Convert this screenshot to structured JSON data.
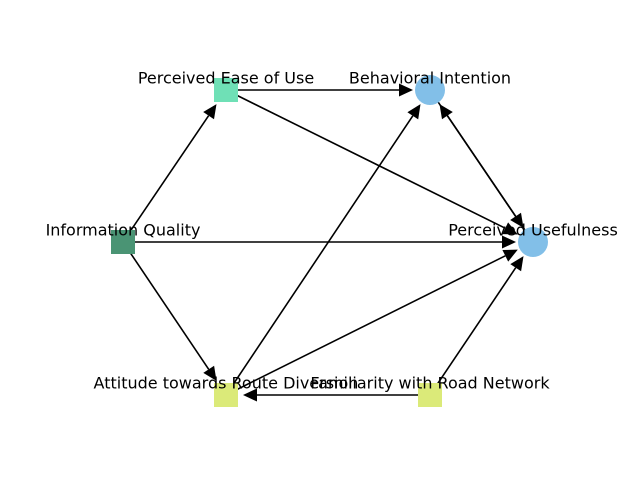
{
  "diagram": {
    "nodes": [
      {
        "id": "peou",
        "label": "Perceived Ease of Use",
        "shape": "square",
        "color": "#6fe0b6"
      },
      {
        "id": "bi",
        "label": "Behavioral Intention",
        "shape": "circle",
        "color": "#82bfe8"
      },
      {
        "id": "iq",
        "label": "Information Quality",
        "shape": "square",
        "color": "#4a9474"
      },
      {
        "id": "pu",
        "label": "Perceived Usefulness",
        "shape": "circle",
        "color": "#82bfe8"
      },
      {
        "id": "atrd",
        "label": "Attitude towards Route Diversion",
        "shape": "square",
        "color": "#dbea79"
      },
      {
        "id": "frn",
        "label": "Familiarity with Road Network",
        "shape": "square",
        "color": "#dbea79"
      }
    ],
    "edges": [
      {
        "from": "peou",
        "to": "bi"
      },
      {
        "from": "peou",
        "to": "pu"
      },
      {
        "from": "iq",
        "to": "peou"
      },
      {
        "from": "iq",
        "to": "pu"
      },
      {
        "from": "iq",
        "to": "atrd"
      },
      {
        "from": "atrd",
        "to": "bi"
      },
      {
        "from": "atrd",
        "to": "pu"
      },
      {
        "from": "frn",
        "to": "atrd"
      },
      {
        "from": "frn",
        "to": "pu"
      },
      {
        "from": "pu",
        "to": "bi"
      },
      {
        "from": "bi",
        "to": "pu"
      }
    ],
    "edge_color": "#000000"
  }
}
